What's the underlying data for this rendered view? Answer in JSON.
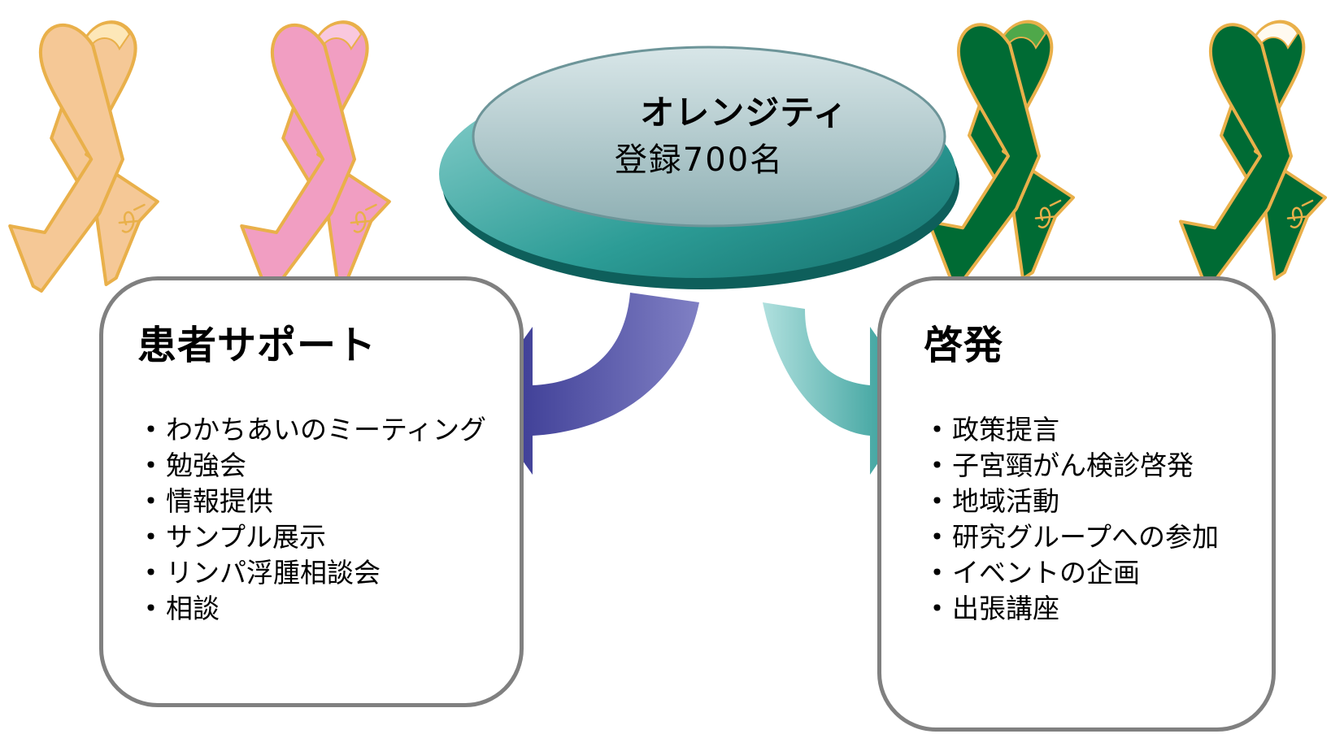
{
  "hub": {
    "name": "オレンジティ",
    "count": "登録700名"
  },
  "patient_support": {
    "title": "患者サポート",
    "items": [
      "わかちあいのミーティング",
      "勉強会",
      "情報提供",
      "サンプル展示",
      "リンパ浮腫相談会",
      "相談"
    ]
  },
  "awareness": {
    "title": "啓発",
    "items": [
      "政策提言",
      "子宮頸がん検診啓発",
      "地域活動",
      "研究グループへの参加",
      "イベントの企画",
      "出張講座"
    ]
  },
  "ribbons": [
    {
      "name": "peach-ribbon-icon",
      "body": "#f5c896",
      "loop": "#fde7b8",
      "outline": "#e9b04a",
      "logo": "#e9b04a"
    },
    {
      "name": "pink-ribbon-icon",
      "body": "#f19ec2",
      "loop": "#f9c8de",
      "outline": "#e9b04a",
      "logo": "#e9b04a"
    },
    {
      "name": "dark-green-ribbon-icon",
      "body": "#006b34",
      "loop": "#4fa84a",
      "outline": "#e9b04a",
      "logo": "#e9b04a"
    },
    {
      "name": "green-cream-ribbon-icon",
      "body": "#006b34",
      "loop": "#fffaf0",
      "outline": "#e9b04a",
      "logo": "#e9b04a"
    }
  ],
  "colors": {
    "box_border": "#808080",
    "hub_top": "#dcecee",
    "hub_base": "#2d9c96",
    "arrow_left": "#3a3a94",
    "arrow_right": "#2a9a94"
  }
}
